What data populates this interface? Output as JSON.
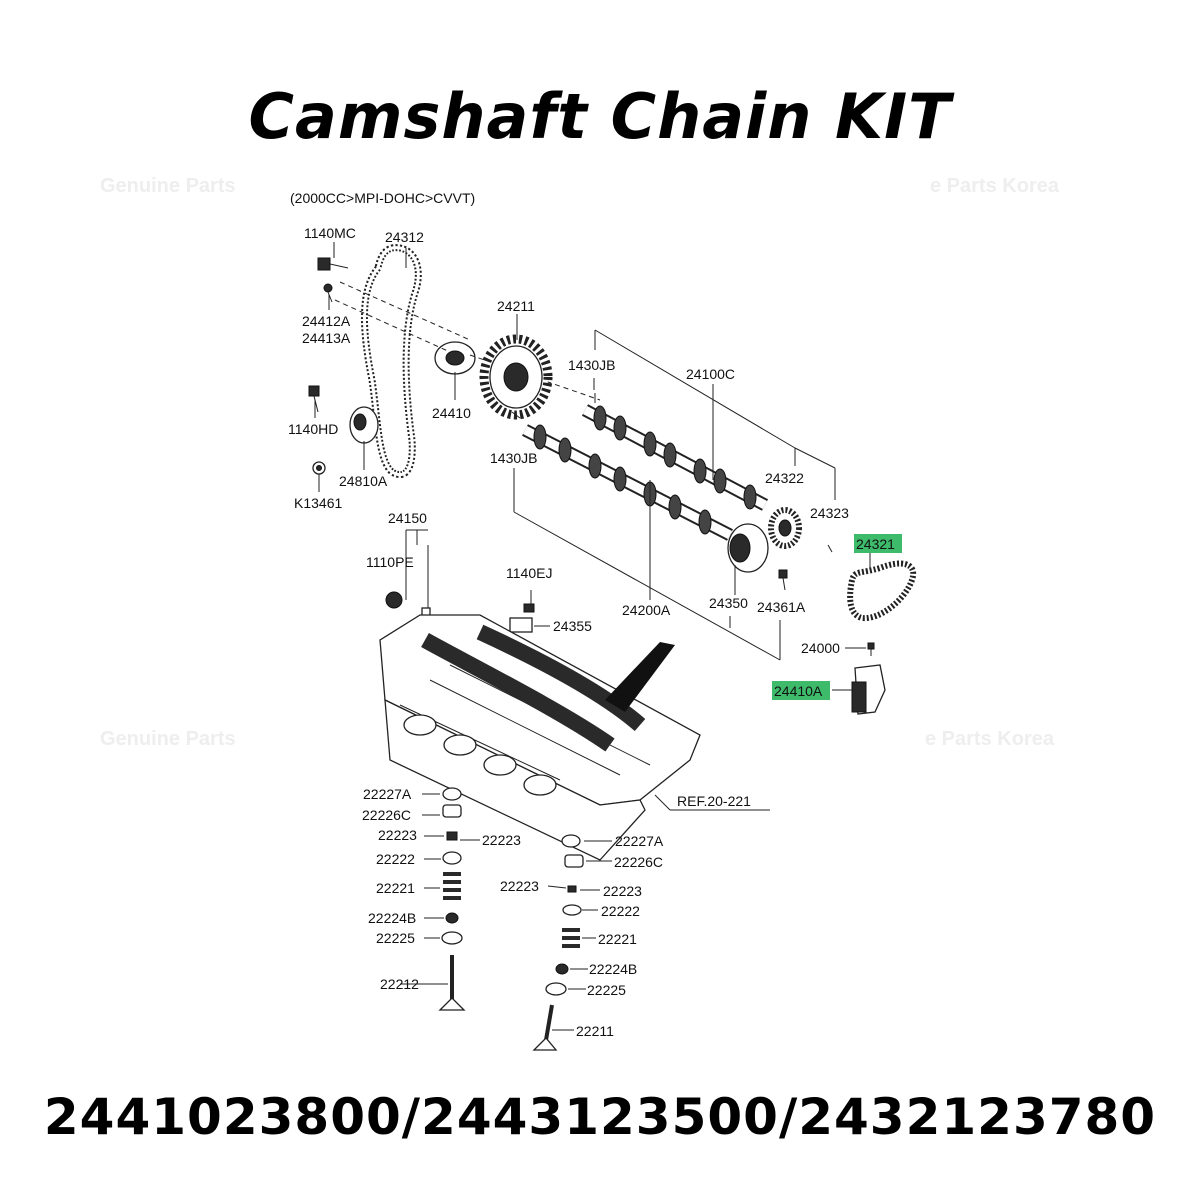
{
  "title": "Camshaft Chain KIT",
  "part_numbers": "2441023800/2443123500/2432123780",
  "variant": "(2000CC>MPI-DOHC>CVVT)",
  "watermarks": [
    "Genuine Parts",
    "e Parts Korea",
    "Genuine Parts",
    "e Parts Korea"
  ],
  "highlight_color": "#3dbb6b",
  "labels": {
    "l1140MC": "1140MC",
    "l24312": "24312",
    "l24412A": "24412A",
    "l24413A": "24413A",
    "l24211": "24211",
    "l1430JB_a": "1430JB",
    "l24100C": "24100C",
    "l24410": "24410",
    "l1140HD": "1140HD",
    "l24810A": "24810A",
    "l1430JB_b": "1430JB",
    "l24322": "24322",
    "lK13461": "K13461",
    "l24323": "24323",
    "l24150": "24150",
    "l24321": "24321",
    "l1110PE": "1110PE",
    "l1140EJ": "1140EJ",
    "l24355": "24355",
    "l24200A": "24200A",
    "l24350": "24350",
    "l24361A": "24361A",
    "l24000": "24000",
    "l24410A": "24410A",
    "lREF": "REF.20-221",
    "l22227A_l": "22227A",
    "l22226C_l": "22226C",
    "l22223_l1": "22223",
    "l22223_l2": "22223",
    "l22222_l": "22222",
    "l22221_l": "22221",
    "l22224B_l": "22224B",
    "l22225_l": "22225",
    "l22212": "22212",
    "l22227A_r": "22227A",
    "l22226C_r": "22226C",
    "l22223_r1": "22223",
    "l22223_r2": "22223",
    "l22222_r": "22222",
    "l22221_r": "22221",
    "l22224B_r": "22224B",
    "l22225_r": "22225",
    "l22211": "22211"
  }
}
